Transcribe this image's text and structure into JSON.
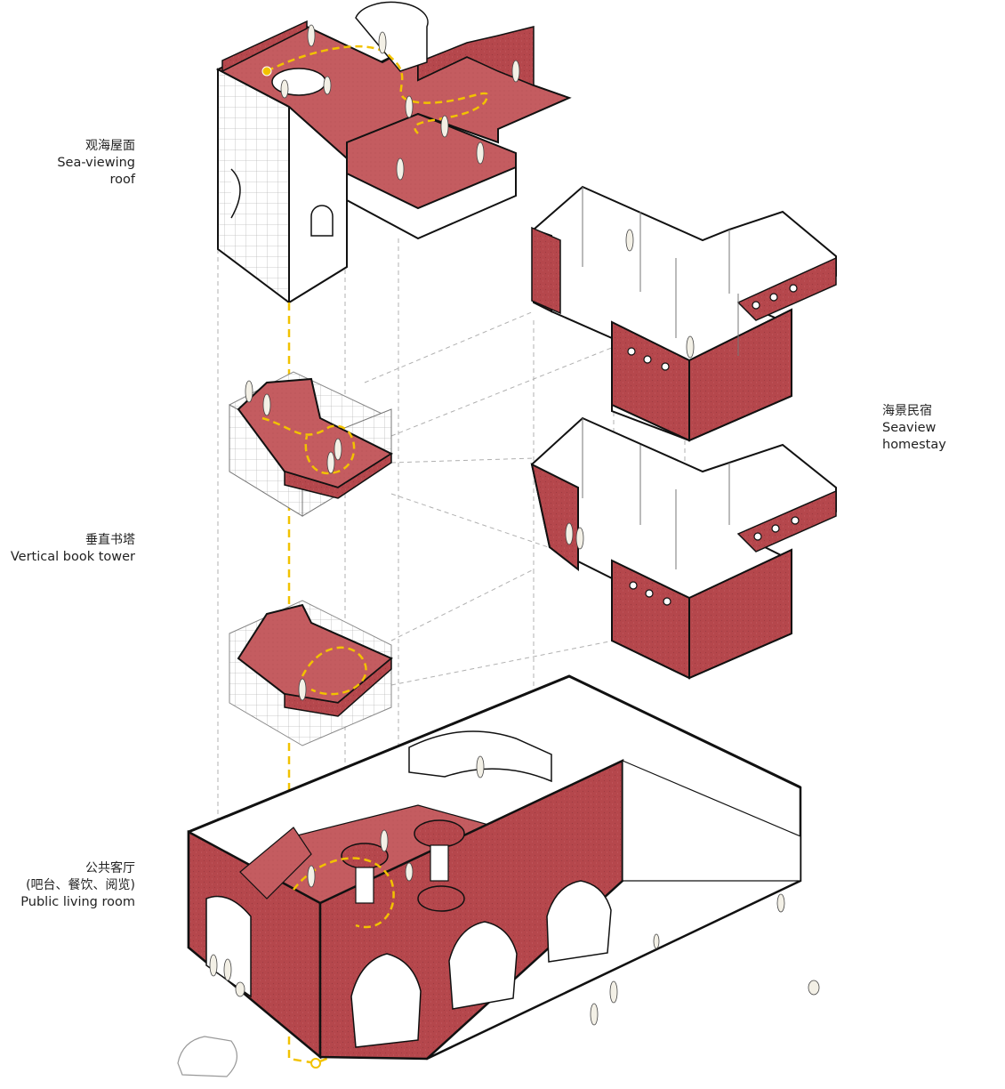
{
  "labels": {
    "roof": {
      "zh": "观海屋面",
      "en": "Sea-viewing roof"
    },
    "homestay": {
      "zh": "海景民宿",
      "en": "Seaview homestay"
    },
    "tower": {
      "zh": "垂直书塔",
      "en": "Vertical book tower"
    },
    "living": {
      "zh": "公共客厅",
      "zh2": "(吧台、餐饮、阅览)",
      "en": "Public living room"
    }
  },
  "colors": {
    "brick": "#b5474c",
    "brick_dark": "#9c3a3f",
    "floor_red": "#c25a5d",
    "outline": "#111111",
    "grid": "#9a9a9a",
    "path": "#f2c200",
    "dashed": "#a8a8a8",
    "figure": "#f3f0e6"
  }
}
